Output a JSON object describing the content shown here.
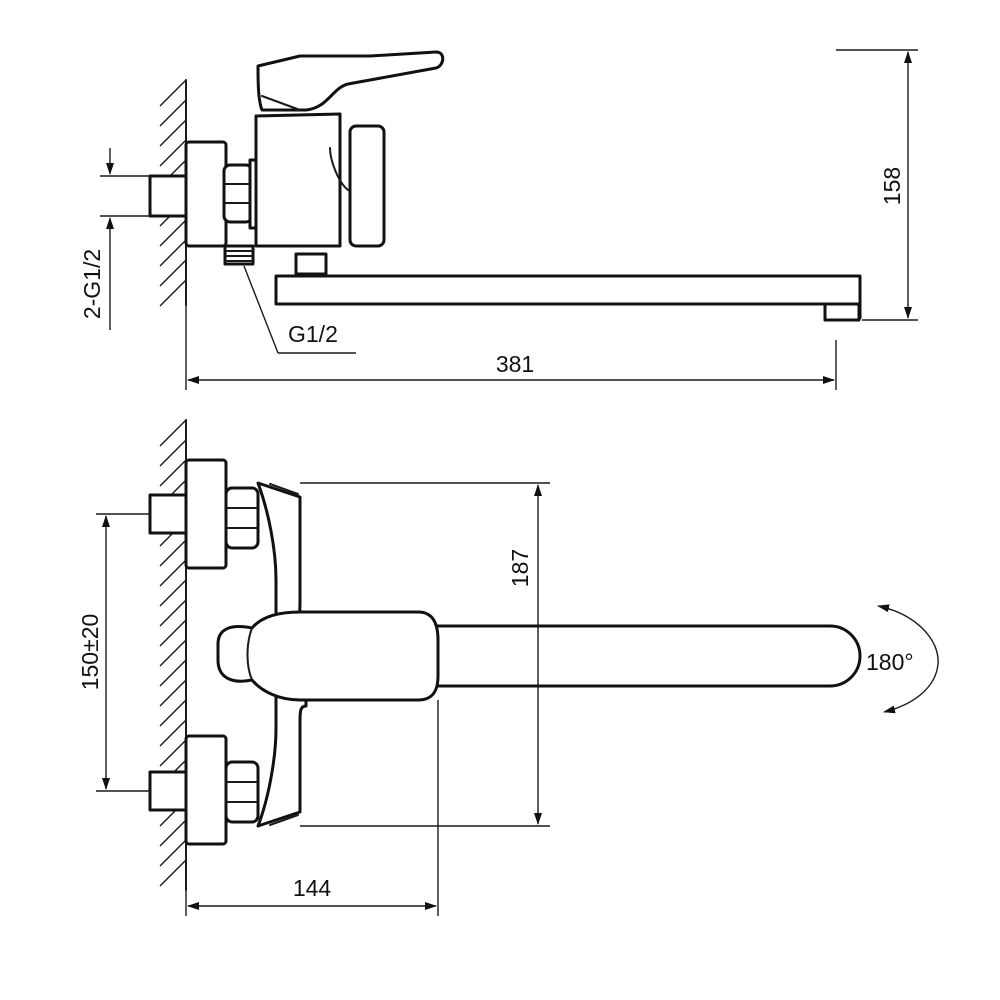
{
  "dimensions": {
    "side_height": "158",
    "side_length": "381",
    "inlet_thread": "2-G1/2",
    "outlet_thread": "G1/2",
    "top_depth": "187",
    "inlet_spacing": "150±20",
    "body_projection": "144",
    "swivel_angle": "180°"
  }
}
